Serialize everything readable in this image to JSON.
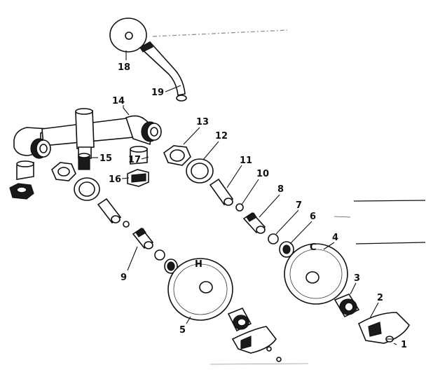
{
  "diagram": {
    "callouts": [
      {
        "key": "p1",
        "label": "1"
      },
      {
        "key": "p2",
        "label": "2"
      },
      {
        "key": "p3",
        "label": "3"
      },
      {
        "key": "p4",
        "label": "4"
      },
      {
        "key": "p5",
        "label": "5"
      },
      {
        "key": "p6",
        "label": "6"
      },
      {
        "key": "p7",
        "label": "7"
      },
      {
        "key": "p8",
        "label": "8"
      },
      {
        "key": "p9",
        "label": "9"
      },
      {
        "key": "p10",
        "label": "10"
      },
      {
        "key": "p11",
        "label": "11"
      },
      {
        "key": "p12",
        "label": "12"
      },
      {
        "key": "p13",
        "label": "13"
      },
      {
        "key": "p14",
        "label": "14"
      },
      {
        "key": "p15",
        "label": "15"
      },
      {
        "key": "p16",
        "label": "16"
      },
      {
        "key": "p17",
        "label": "17"
      },
      {
        "key": "p18",
        "label": "18"
      },
      {
        "key": "p19",
        "label": "19"
      }
    ],
    "escutcheon_marks": {
      "left": "H",
      "right": "C"
    }
  }
}
